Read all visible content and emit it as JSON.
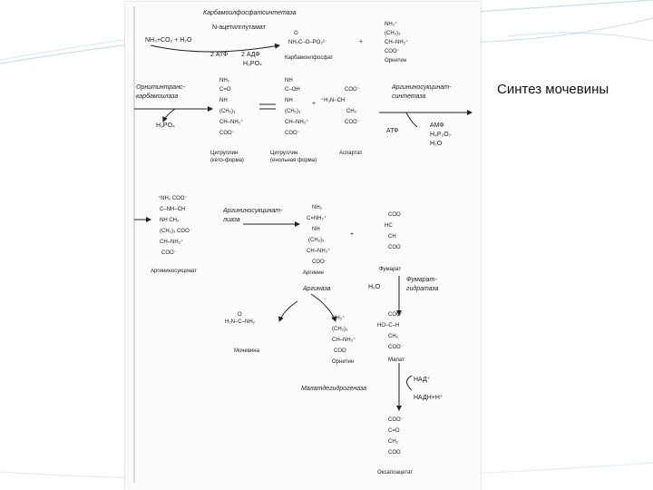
{
  "slide": {
    "caption": "Синтез мочевины"
  },
  "scheme": {
    "enzymes": {
      "cps": "Карбамоилфосфатсинтетаза",
      "otc1": "Орнитинтранс-",
      "otc2": "карбамоилаза",
      "ass1": "Аргининосукцинат-",
      "ass2": "синтетаза",
      "asl1": "Аргининосукцинат-",
      "asl2": "лиаза",
      "arginase": "Аргиназа",
      "fumarase1": "Фумарат-",
      "fumarase2": "гидратаза",
      "mdh": "Малатдегидрогеназа"
    },
    "compounds": {
      "carbamoyl_phosphate": "Карбамоилфосфат",
      "ornithine": "Орнитин",
      "citrulline_keto1": "Цитруллин",
      "citrulline_keto2": "(кето-форма)",
      "citrulline_enol1": "Цитруллин",
      "citrulline_enol2": "(енольная форма)",
      "aspartate": "Аспартат",
      "argininosuccinate": "Аргининосукцинат",
      "arginine": "Аргинин",
      "fumarate": "Фумарат",
      "urea": "Мочевина",
      "ornithine2": "Орнитин",
      "malate": "Малат",
      "oxaloacetate": "Оксалоацетат"
    },
    "reagents": {
      "r1": "NH₃+CO₂ + H₂O",
      "n_acetylglutamate": "N-ацетилглутамат",
      "atp2": "2 АТФ",
      "adp2": "2 АДФ",
      "h3po4": "H₃PO₄",
      "h3po4_2": "H₃PO₄",
      "atf": "АТФ",
      "amp": "АМФ",
      "h4p2o7": "H₄P₂O₇",
      "h2o_1": "H₂O",
      "h2o_2": "H₂O",
      "nad": "НАД⁺",
      "nadh": "НАДН+Н⁺"
    }
  }
}
